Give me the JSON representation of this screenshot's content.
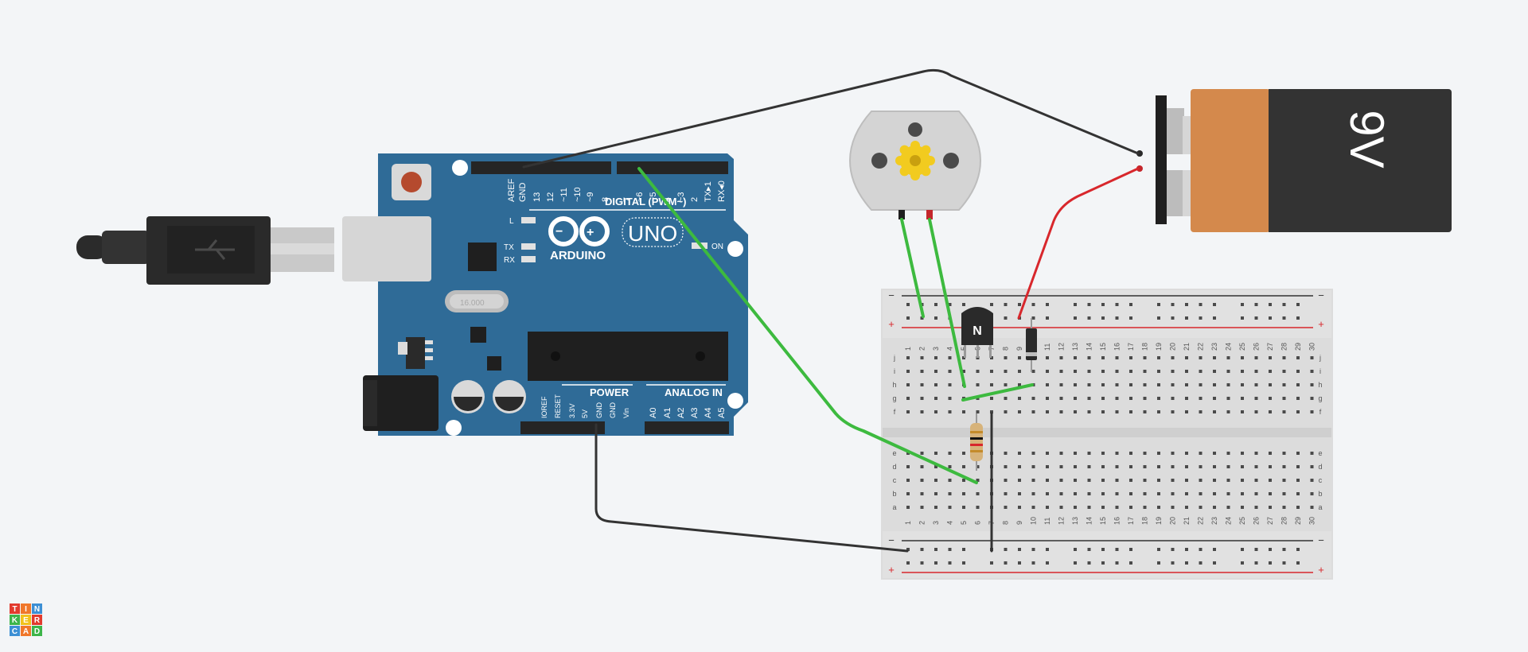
{
  "colors": {
    "background": "#f3f5f7",
    "arduino_board": "#2f6b97",
    "wire_green": "#3dba3f",
    "wire_red": "#d8272c",
    "wire_black": "#333333",
    "battery_copper": "#d4894c",
    "battery_body": "#333333",
    "motor_gear": "#f2cb1f"
  },
  "arduino": {
    "brand": "ARDUINO",
    "model": "UNO",
    "digital_label": "DIGITAL (PWM~)",
    "power_label": "POWER",
    "analog_label": "ANALOG IN",
    "on_label": "ON",
    "led_l": "L",
    "led_tx": "TX",
    "led_rx": "RX",
    "crystal_label": "16.000",
    "header_pins": [
      "AREF",
      "GND",
      "13",
      "12",
      "~11",
      "~10",
      "~9",
      "8",
      "7",
      "~6",
      "~5",
      "4",
      "~3",
      "2",
      "TX▸1",
      "RX◂0"
    ],
    "power_pins": [
      "IOREF",
      "RESET",
      "3.3V",
      "5V",
      "GND",
      "GND",
      "Vin"
    ],
    "analog_pins": [
      "A0",
      "A1",
      "A2",
      "A3",
      "A4",
      "A5"
    ]
  },
  "battery": {
    "label": "9V"
  },
  "transistor": {
    "label": "N"
  },
  "breadboard": {
    "rail_minus": "−",
    "rail_plus": "+",
    "rows_top": [
      "j",
      "i",
      "h",
      "g",
      "f"
    ],
    "rows_bottom": [
      "e",
      "d",
      "c",
      "b",
      "a"
    ],
    "columns": [
      "1",
      "2",
      "3",
      "4",
      "5",
      "6",
      "7",
      "8",
      "9",
      "10",
      "11",
      "12",
      "13",
      "14",
      "15",
      "16",
      "17",
      "18",
      "19",
      "20",
      "21",
      "22",
      "23",
      "24",
      "25",
      "26",
      "27",
      "28",
      "29",
      "30"
    ]
  },
  "logo": {
    "letters": [
      "T",
      "I",
      "N",
      "K",
      "E",
      "R",
      "C",
      "A",
      "D"
    ]
  }
}
